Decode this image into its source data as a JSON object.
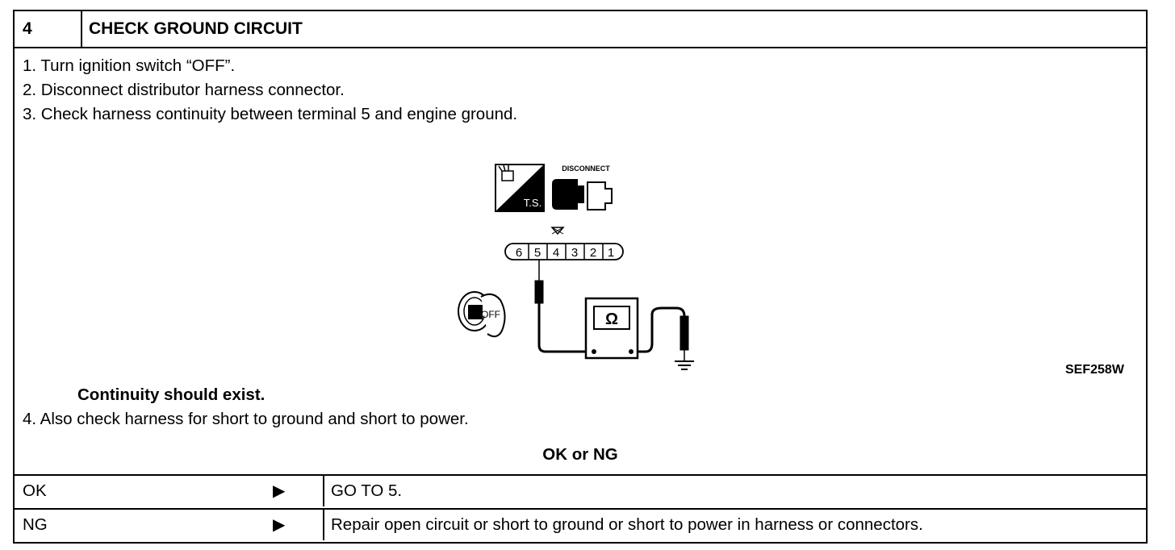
{
  "header": {
    "number": "4",
    "title": "CHECK GROUND CIRCUIT"
  },
  "steps": [
    "1.  Turn ignition switch “OFF”.",
    "2.  Disconnect distributor harness connector.",
    "3.  Check harness continuity between terminal 5 and engine ground."
  ],
  "diagram": {
    "disconnect_label": "DISCONNECT",
    "ts_label": "T.S.",
    "terminals": [
      "6",
      "5",
      "4",
      "3",
      "2",
      "1"
    ],
    "key_label": "OFF",
    "meter_symbol": "Ω",
    "figure_ref": "SEF258W"
  },
  "spec": "Continuity should exist.",
  "step4": "4.  Also check harness for short to ground and short to power.",
  "ok_ng": "OK or NG",
  "results": [
    {
      "label": "OK",
      "arrow": "▶",
      "action": "GO TO 5."
    },
    {
      "label": "NG",
      "arrow": "▶",
      "action": "Repair open circuit or short to ground or short to power in harness or connectors."
    }
  ]
}
